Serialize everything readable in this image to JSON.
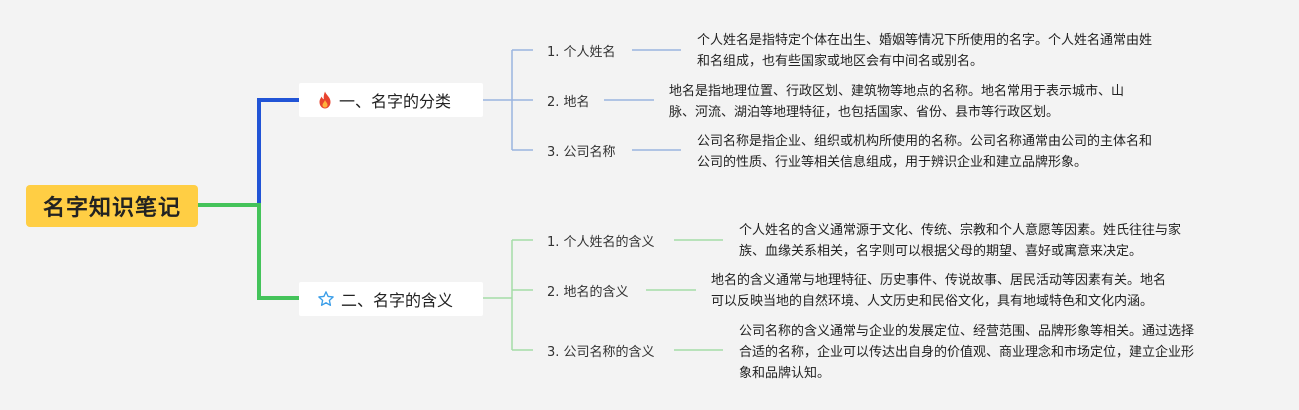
{
  "colors": {
    "background": "#f3f3f3",
    "root": "#ffce44",
    "branch_1": "#2154d6",
    "branch_2": "#44c35a",
    "sub_1": "#9ab4e0",
    "sub_2": "#a5dca8"
  },
  "root": {
    "title": "名字知识笔记"
  },
  "branches": [
    {
      "icon": "fire-icon",
      "title": "一、名字的分类",
      "children": [
        {
          "label": "1. 个人姓名",
          "lines": [
            "个人姓名是指特定个体在出生、婚姻等情况下所使用的名字。个人姓名通常由姓",
            "和名组成，也有些国家或地区会有中间名或别名。"
          ]
        },
        {
          "label": "2. 地名",
          "lines": [
            "地名是指地理位置、行政区划、建筑物等地点的名称。地名常用于表示城市、山",
            "脉、河流、湖泊等地理特征，也包括国家、省份、县市等行政区划。"
          ]
        },
        {
          "label": "3. 公司名称",
          "lines": [
            "公司名称是指企业、组织或机构所使用的名称。公司名称通常由公司的主体名和",
            "公司的性质、行业等相关信息组成，用于辨识企业和建立品牌形象。"
          ]
        }
      ]
    },
    {
      "icon": "star-outline-icon",
      "title": "二、名字的含义",
      "children": [
        {
          "label": "1. 个人姓名的含义",
          "lines": [
            "个人姓名的含义通常源于文化、传统、宗教和个人意愿等因素。姓氏往往与家",
            "族、血缘关系相关，名字则可以根据父母的期望、喜好或寓意来决定。"
          ]
        },
        {
          "label": "2. 地名的含义",
          "lines": [
            "地名的含义通常与地理特征、历史事件、传说故事、居民活动等因素有关。地名",
            "可以反映当地的自然环境、人文历史和民俗文化，具有地域特色和文化内涵。"
          ]
        },
        {
          "label": "3. 公司名称的含义",
          "lines": [
            "公司名称的含义通常与企业的发展定位、经营范围、品牌形象等相关。通过选择",
            "合适的名称，企业可以传达出自身的价值观、商业理念和市场定位，建立企业形",
            "象和品牌认知。"
          ]
        }
      ]
    }
  ]
}
